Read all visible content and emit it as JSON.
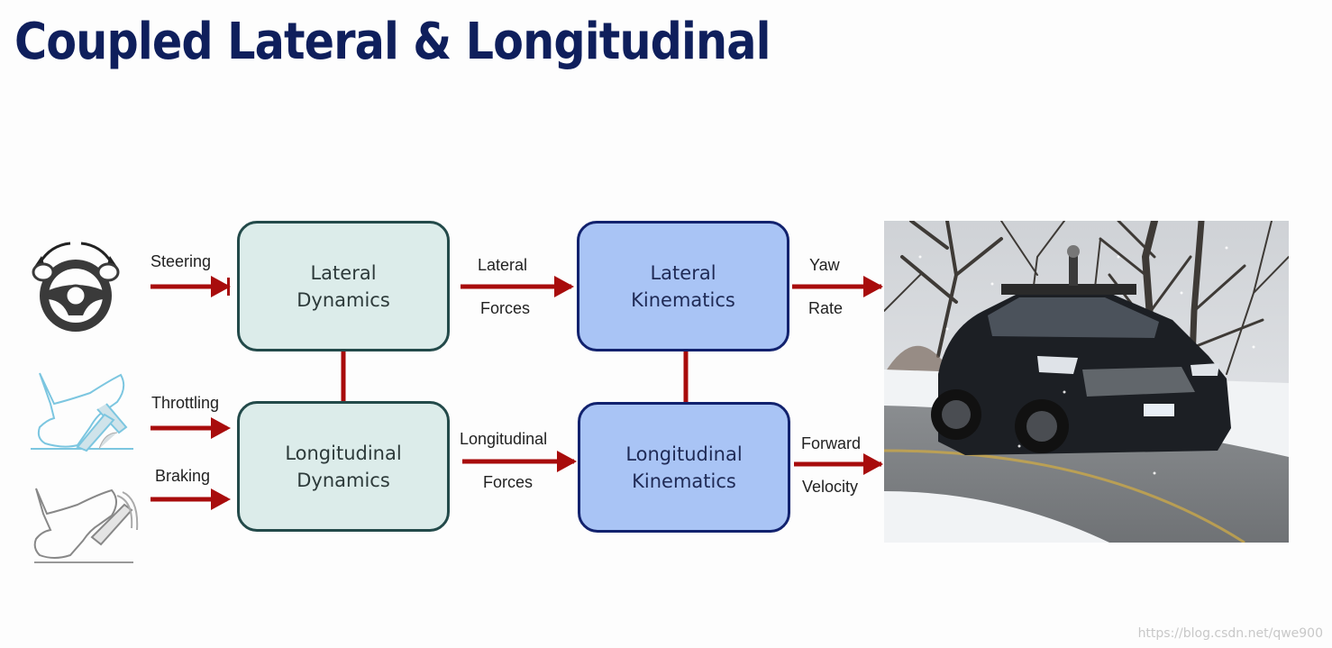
{
  "title": "Coupled Lateral & Longitudinal",
  "blocks": {
    "lateral_dynamics": {
      "line1": "Lateral",
      "line2": "Dynamics"
    },
    "longitudinal_dynamics": {
      "line1": "Longitudinal",
      "line2": "Dynamics"
    },
    "lateral_kinematics": {
      "line1": "Lateral",
      "line2": "Kinematics"
    },
    "longitudinal_kinematics": {
      "line1": "Longitudinal",
      "line2": "Kinematics"
    }
  },
  "inputs": {
    "steering": "Steering",
    "throttling": "Throttling",
    "braking": "Braking"
  },
  "forces": {
    "lateral": {
      "line1": "Lateral",
      "line2": "Forces"
    },
    "longitudinal": {
      "line1": "Longitudinal",
      "line2": "Forces"
    }
  },
  "outputs": {
    "yaw_rate": {
      "line1": "Yaw",
      "line2": "Rate"
    },
    "forward_velocity": {
      "line1": "Forward",
      "line2": "Velocity"
    }
  },
  "colors": {
    "title": "#0f1f5c",
    "arrow": "#a80c0c",
    "dynamics_fill": "#dcecea",
    "dynamics_border": "#234a4a",
    "kinematics_fill": "#a9c4f5",
    "kinematics_border": "#12226e"
  },
  "icons": [
    "steering-wheel-icon",
    "throttle-pedal-icon",
    "brake-pedal-icon"
  ],
  "photo": "autonomous-car-in-snow-photo",
  "watermark": "https://blog.csdn.net/qwe900"
}
